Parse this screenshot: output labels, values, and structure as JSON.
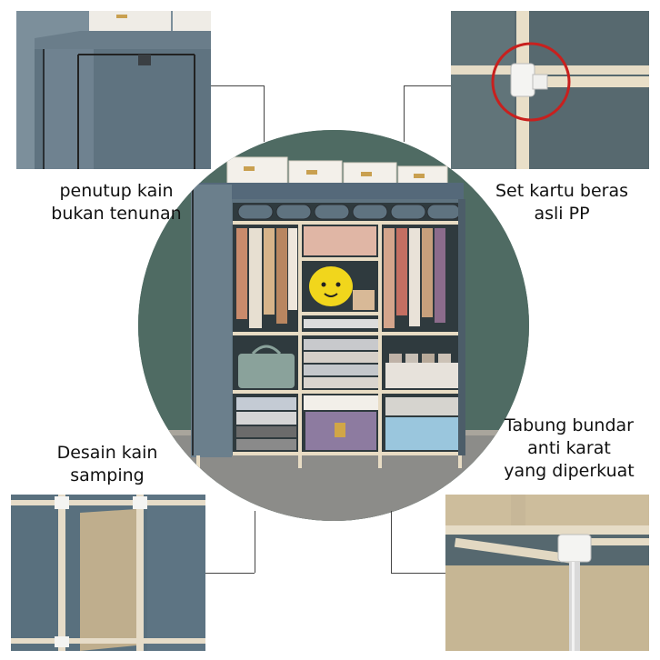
{
  "labels": {
    "top_left_line1": "penutup kain",
    "top_left_line2": "bukan tenunan",
    "top_right_line1": "Set kartu beras",
    "top_right_line2": "asli PP",
    "bottom_left_line1": "Desain kain",
    "bottom_left_line2": "samping",
    "bottom_right_line1": "Tabung bundar",
    "bottom_right_line2": "anti karat",
    "bottom_right_line3": "yang diperkuat"
  },
  "colors": {
    "fabric": "#5f7380",
    "fabric_dark": "#4c5d69",
    "frame": "#e8dcc4",
    "wall": "#4f6b63",
    "floor": "#8b8b88",
    "highlight_circle": "#c8201e"
  }
}
